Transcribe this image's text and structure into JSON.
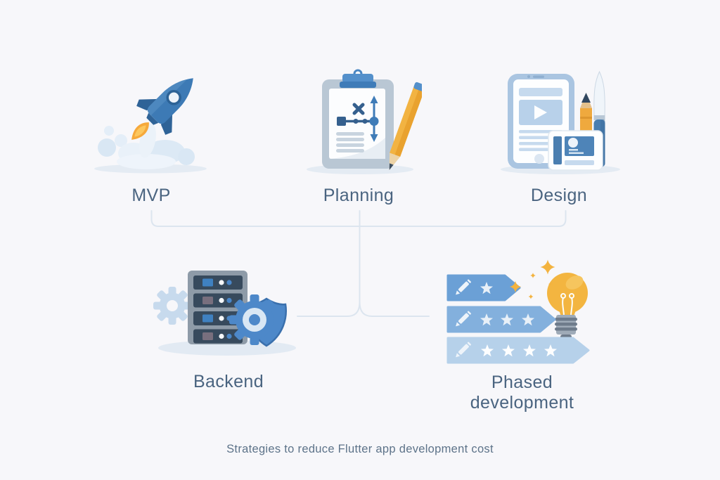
{
  "caption": {
    "text": "Strategies to reduce Flutter app development cost"
  },
  "nodes": {
    "mvp": {
      "label": "MVP",
      "illustration": "rocket-launch"
    },
    "planning": {
      "label": "Planning",
      "illustration": "clipboard-strategy-pencil"
    },
    "design": {
      "label": "Design",
      "illustration": "phone-ui-pencil-brush"
    },
    "backend": {
      "label": "Backend",
      "illustration": "server-gears-shield"
    },
    "phased": {
      "label": "Phased development",
      "illustration": "star-banners-lightbulb"
    }
  },
  "structure": {
    "top_row": [
      "mvp",
      "planning",
      "design"
    ],
    "bottom_row": [
      "backend",
      "phased"
    ],
    "connector": "bracket under top labels joined by center trunk splitting toward bottom items"
  },
  "colors": {
    "background": "#f7f7fa",
    "label_text": "#4a6480",
    "caption_text": "#5d7389",
    "connector_line": "#dce5ef",
    "primary_blue": "#3d7ab5",
    "mid_blue": "#4d88c9",
    "light_blue": "#b7d2ea",
    "accent_yellow": "#f3b540",
    "slate_dark": "#3d4e60"
  }
}
